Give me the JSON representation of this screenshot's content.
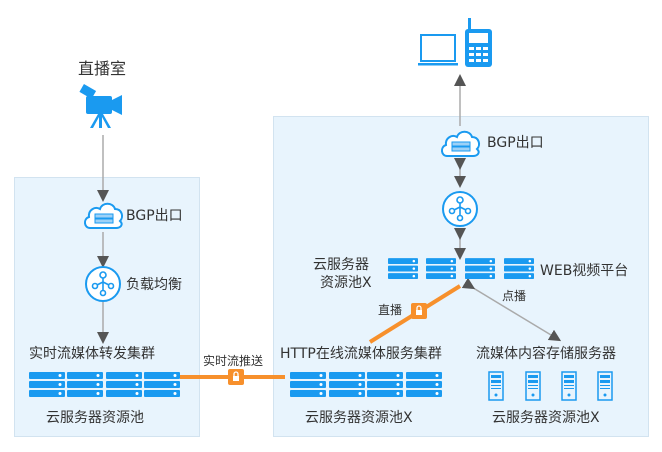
{
  "colors": {
    "primary_blue": "#1a9af0",
    "box_fill": "#e8f4fd",
    "box_border": "#d2e3f0",
    "orange": "#f7902c",
    "arrow_gray": "#999999",
    "text": "#333333"
  },
  "left": {
    "studio_label": "直播室",
    "studio_icon": "video-camera-icon",
    "bgp_label": "BGP出口",
    "lb_label": "负载均衡",
    "cluster_label": "实时流媒体转发集群",
    "pool_label": "云服务器资源池"
  },
  "link": {
    "push_label": "实时流推送",
    "lock_icon": "lock-icon"
  },
  "right": {
    "clients_icons": [
      "laptop-icon",
      "mobile-phone-icon"
    ],
    "bgp_label": "BGP出口",
    "pool_x_label_line1": "云服务器",
    "pool_x_label_line2": "资源池X",
    "web_label": "WEB视频平台",
    "live_label": "直播",
    "vod_label": "点播",
    "http_cluster_label": "HTTP在线流媒体服务集群",
    "storage_label": "流媒体内容存储服务器",
    "http_pool_label": "云服务器资源池X",
    "storage_pool_label": "云服务器资源池X"
  }
}
